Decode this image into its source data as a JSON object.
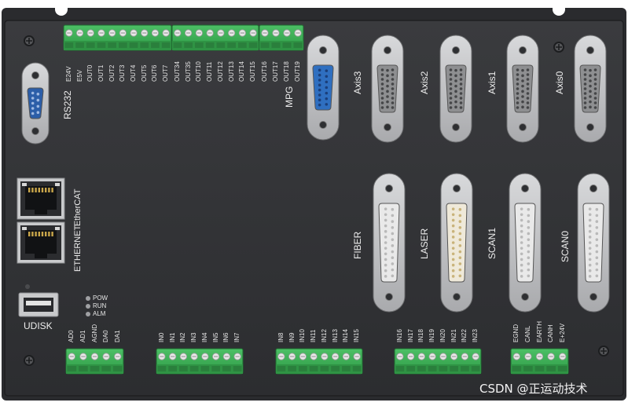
{
  "ports": {
    "rs232": "RS232",
    "mpg": "MPG",
    "axes": [
      "Axis3",
      "Axis2",
      "Axis1",
      "Axis0"
    ],
    "ethernet": "ETHERNET",
    "ethercat": "EtherCAT",
    "udisk": "UDISK",
    "db25": [
      "FIBER",
      "LASER",
      "SCAN1",
      "SCAN0"
    ]
  },
  "leds": [
    "POW",
    "RUN",
    "ALM"
  ],
  "top_terminals": {
    "block1": [
      "E24V",
      "E5V",
      "OUT0",
      "OUT1",
      "OUT2",
      "OUT3",
      "OUT4",
      "OUT5",
      "OUT6",
      "OUT7"
    ],
    "block2": [
      "OUT34",
      "OUT35",
      "OUT10",
      "OUT11",
      "OUT12",
      "OUT13",
      "OUT14",
      "OUT15"
    ],
    "block3": [
      "OUT16",
      "OUT17",
      "OUT18",
      "OUT19"
    ]
  },
  "bottom_terminals": {
    "analog": [
      "AD0",
      "AD1",
      "AGND",
      "DA0",
      "DA1"
    ],
    "in_a": [
      "IN0",
      "IN1",
      "IN2",
      "IN3",
      "IN4",
      "IN5",
      "IN6",
      "IN7"
    ],
    "in_b": [
      "IN8",
      "IN9",
      "IN10",
      "IN11",
      "IN12",
      "IN13",
      "IN14",
      "IN15"
    ],
    "in_c": [
      "IN16",
      "IN17",
      "IN18",
      "IN19",
      "IN20",
      "IN21",
      "IN22",
      "IN23"
    ],
    "can": [
      "EGND",
      "CANL",
      "EARTH",
      "CANH",
      "E+24V"
    ]
  },
  "watermark": "CSDN @正运动技术",
  "colors": {
    "panel": "#2f3033",
    "terminal_green": "#3fae55",
    "db_blue": "#2f6fc0",
    "db_gray": "#8e8f91",
    "db_white": "#e9e9e9"
  }
}
